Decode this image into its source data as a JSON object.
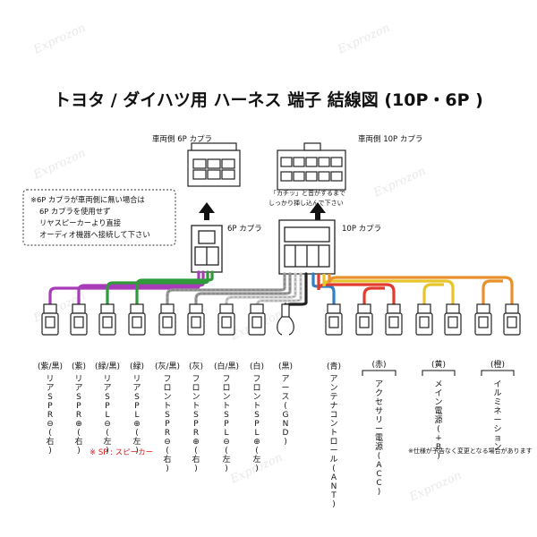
{
  "title": "トヨタ / ダイハツ用 ハーネス 端子 結線図 (10P・6P )",
  "watermark": "Exprozon",
  "vehicle_6p_label": "車両側 6P カプラ",
  "vehicle_10p_label": "車両側 10P カプラ",
  "note_lines": [
    "※6P カプラが車両側に無い場合は",
    "6P カプラを使用せず",
    "リヤスピーカーより直接",
    "オーディオ機器へ接続して下さい"
  ],
  "click_note_lines": [
    "「カチッ」と音がするまで",
    "しっかり挿し込んで下さい"
  ],
  "coupler_6p_label": "6P カプラ",
  "coupler_10p_label": "10P カプラ",
  "terminals": [
    {
      "color_label": "(紫/黒)",
      "func": "リアSPR⊖(右)",
      "wire": "#a83bb8"
    },
    {
      "color_label": "(紫)",
      "func": "リアSPR⊕(右)",
      "wire": "#a83bb8"
    },
    {
      "color_label": "(緑/黒)",
      "func": "リアSPL⊖(左)",
      "wire": "#2e9a3a"
    },
    {
      "color_label": "(緑)",
      "func": "リアSPL⊕(左)",
      "wire": "#2e9a3a"
    },
    {
      "color_label": "(灰/黒)",
      "func": "フロントSPR⊖(右)",
      "wire": "#9a9a9a"
    },
    {
      "color_label": "(灰)",
      "func": "フロントSPR⊕(右)",
      "wire": "#9a9a9a"
    },
    {
      "color_label": "(白/黒)",
      "func": "フロントSPL⊖(左)",
      "wire": "#cfcfcf"
    },
    {
      "color_label": "(白)",
      "func": "フロントSPL⊕(左)",
      "wire": "#cfcfcf"
    },
    {
      "color_label": "(黒)",
      "func": "アース(GND)",
      "wire": "#222222"
    },
    {
      "color_label": "(青)",
      "func": "アンテナコントロール(ANT)",
      "wire": "#2f7fc8"
    }
  ],
  "pairs": [
    {
      "color_label": "(赤)",
      "func": "アクセサリー電源(ACC)",
      "wire": "#e03b2e"
    },
    {
      "color_label": "(黄)",
      "func": "メイン電源(+B)",
      "wire": "#e7c52a"
    },
    {
      "color_label": "(橙)",
      "func": "イルミネーション",
      "wire": "#e8902c"
    }
  ],
  "sp_footnote": "※ SP : スピーカー",
  "spec_note": "※仕様が予告なく変更となる場合があります"
}
